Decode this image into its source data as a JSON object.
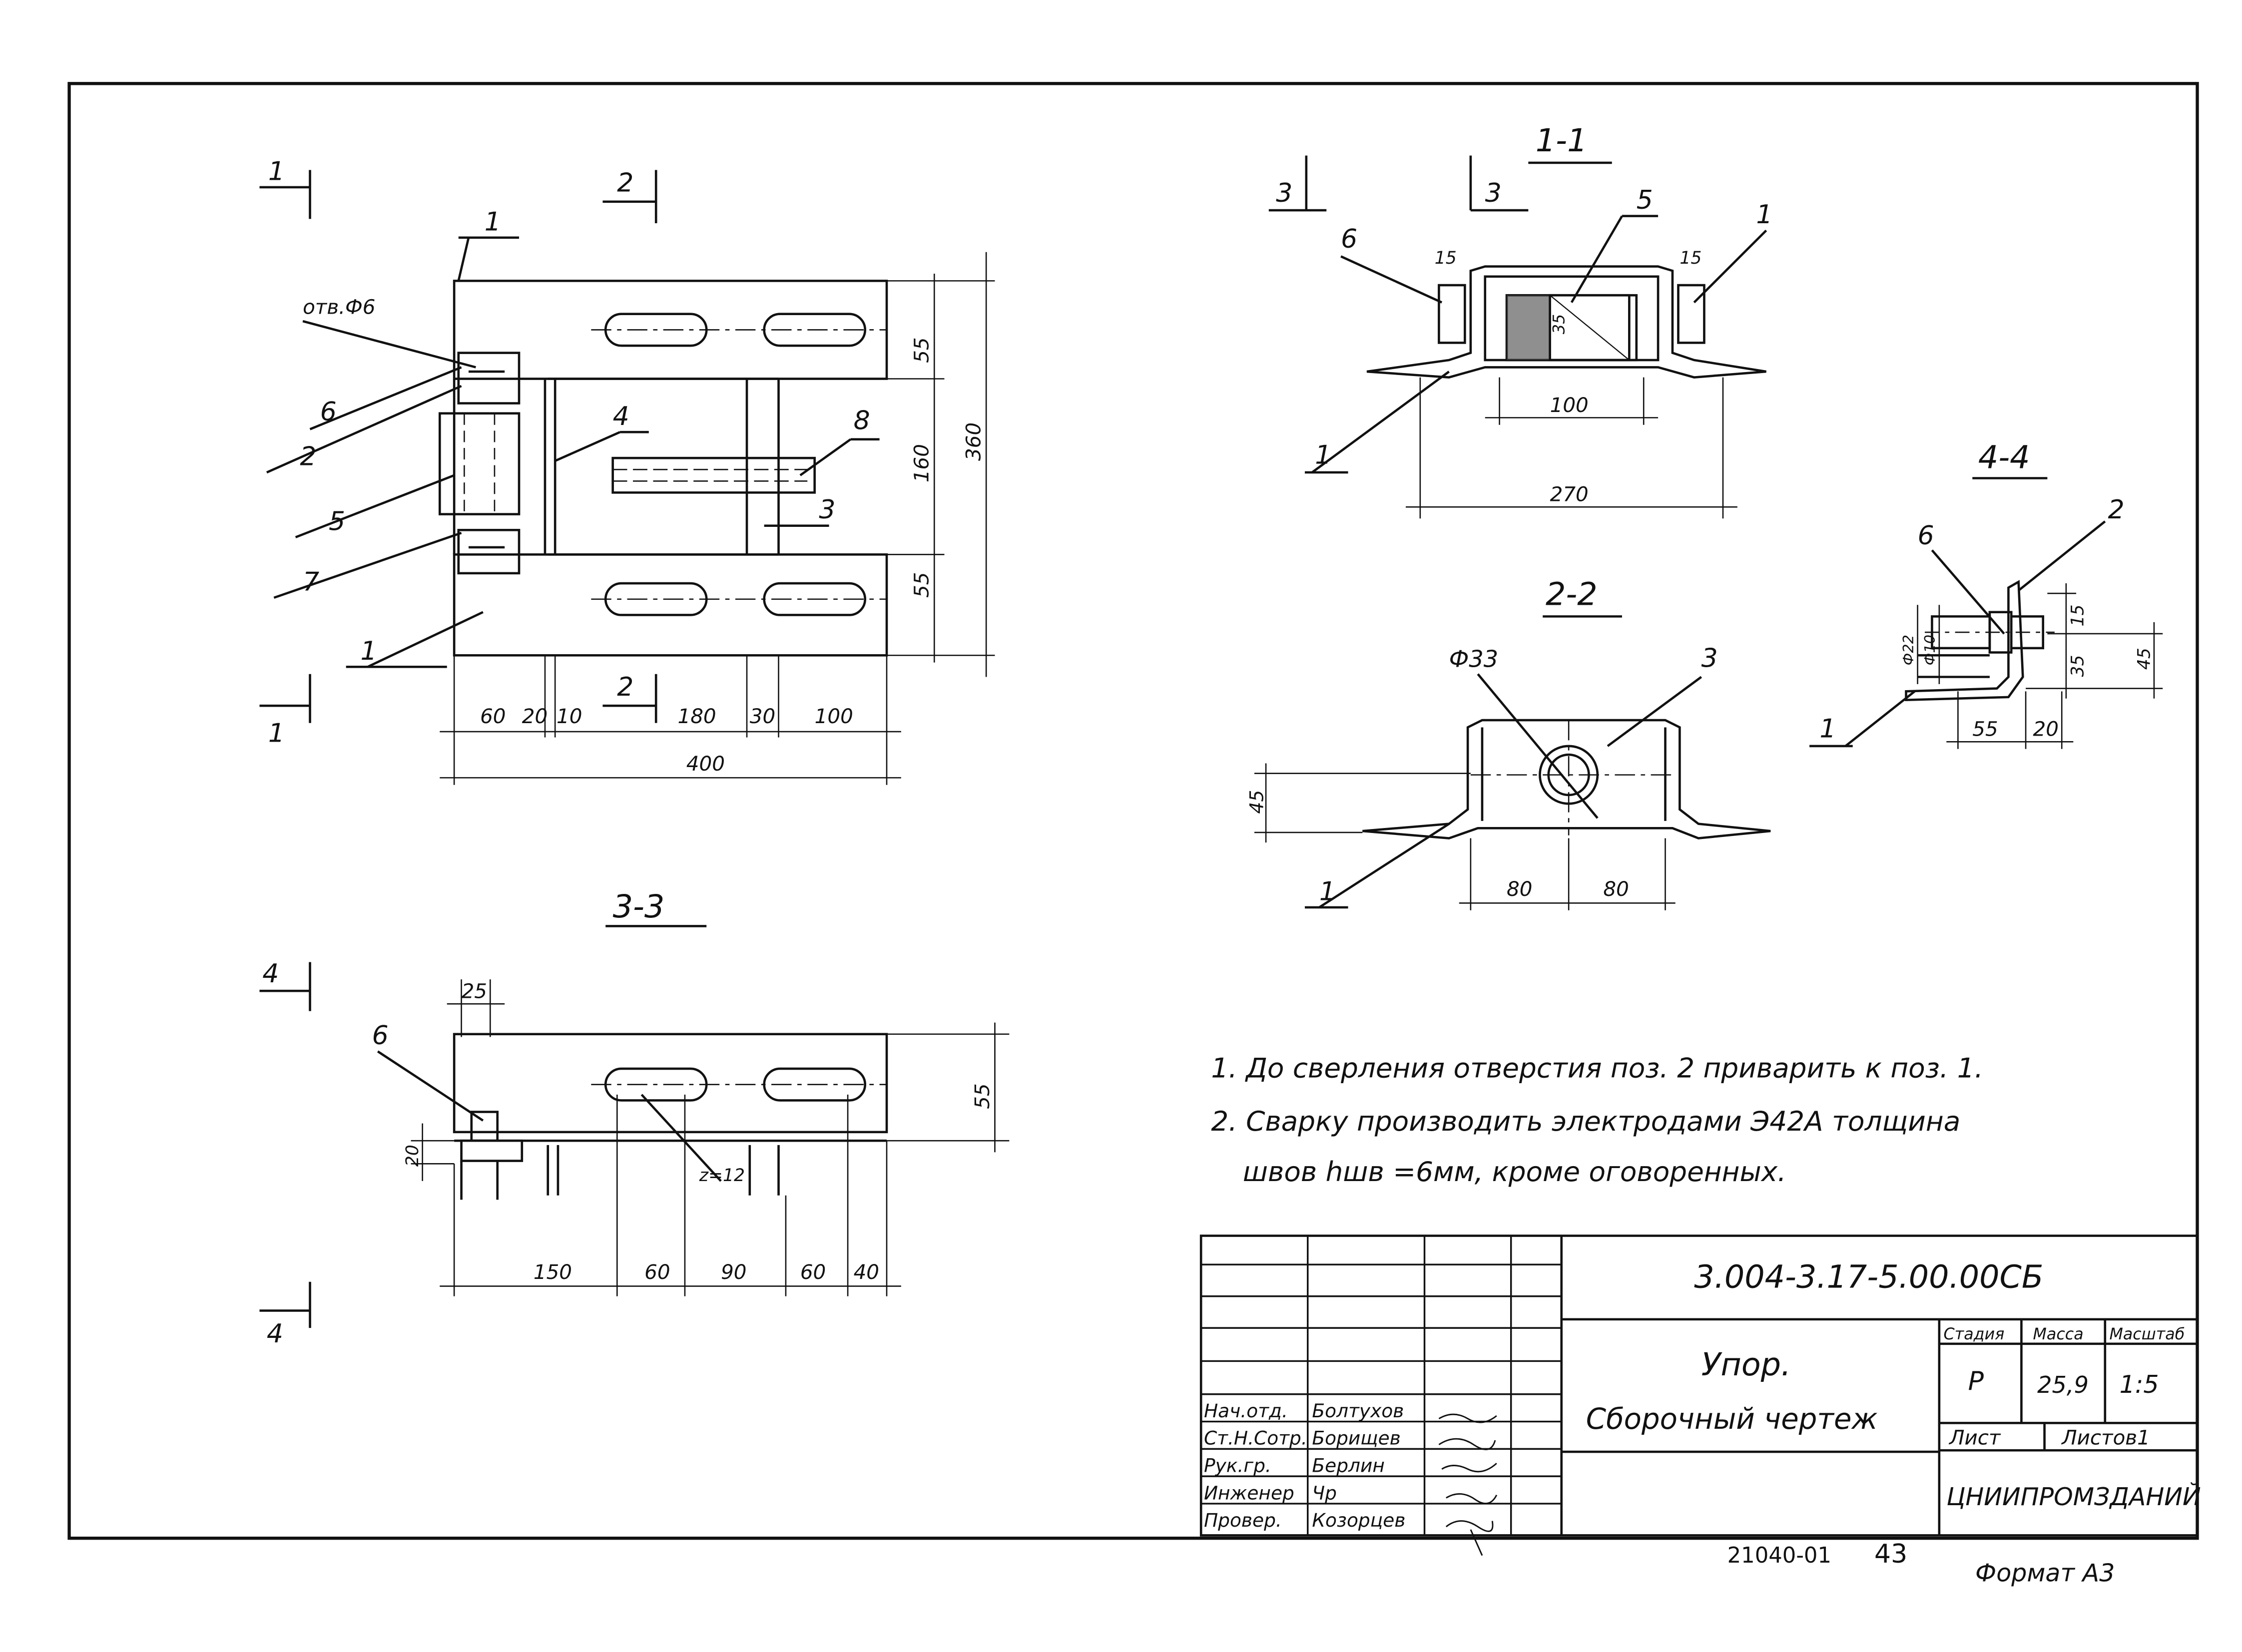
{
  "views": {
    "plan": {
      "section_marks": [
        "1",
        "1",
        "2",
        "2"
      ],
      "callouts": {
        "p1a": "1",
        "p1b": "1",
        "p2": "2",
        "p3": "3",
        "p4": "4",
        "p5": "5",
        "p6": "6",
        "p7": "7",
        "p8": "8",
        "hole": "отв.Ф6"
      },
      "dims": {
        "d55a": "55",
        "d160": "160",
        "d55b": "55",
        "d360": "360",
        "d60": "60",
        "d20": "20",
        "d10": "10",
        "d180": "180",
        "d30": "30",
        "d100": "100",
        "d400": "400"
      }
    },
    "s11": {
      "title": "1-1",
      "marks": [
        "3",
        "3"
      ],
      "callouts": {
        "c6": "6",
        "c5": "5",
        "c1a": "1",
        "c1b": "1"
      },
      "dims": {
        "d15a": "15",
        "d15b": "15",
        "d35": "35",
        "d100": "100",
        "d270": "270"
      }
    },
    "s22": {
      "title": "2-2",
      "callouts": {
        "dia": "Ф33",
        "c3": "3",
        "c1": "1"
      },
      "dims": {
        "d45": "45",
        "d80a": "80",
        "d80b": "80"
      }
    },
    "s33": {
      "title": "3-3",
      "marks": [
        "4",
        "4"
      ],
      "callouts": {
        "c6": "6",
        "z": "z=12"
      },
      "dims": {
        "d25": "25",
        "d20": "20",
        "d55": "55",
        "d150": "150",
        "d60a": "60",
        "d90": "90",
        "d60b": "60",
        "d40": "40"
      }
    },
    "s44": {
      "title": "4-4",
      "callouts": {
        "c6": "6",
        "c2": "2",
        "c1": "1"
      },
      "dims": {
        "d22": "Ф22",
        "d10": "Ф10",
        "d15": "15",
        "d35": "35",
        "d45": "45",
        "d55": "55",
        "d20": "20"
      }
    }
  },
  "notes": [
    "1. До сверления отверстия поз. 2 приварить к поз. 1.",
    "2. Сварку производить электродами Э42А толщина",
    "швов hшв =6мм, кроме оговоренных."
  ],
  "title_block": {
    "doc_number": "3.004-3.17-5.00.00СБ",
    "name_line1": "Упор.",
    "name_line2": "Сборочный чертеж",
    "stage_header": "Стадия",
    "mass_header": "Масса",
    "scale_header": "Масштаб",
    "stage": "Р",
    "mass": "25,9",
    "scale": "1:5",
    "sheet_label": "Лист",
    "sheets_label": "Листов1",
    "organization": "ЦНИИПРОМЗДАНИЙ",
    "staff": [
      {
        "role": "Нач.отд.",
        "name": "Болтухов"
      },
      {
        "role": "Ст.Н.Сотр.",
        "name": "Борищев"
      },
      {
        "role": "Рук.гр.",
        "name": "Берлин"
      },
      {
        "role": "Инженер",
        "name": "Чр"
      },
      {
        "role": "Провер.",
        "name": "Козорцев"
      }
    ]
  },
  "footer": {
    "archive_number": "21040-01",
    "page_number": "43",
    "format": "Формат А3"
  }
}
